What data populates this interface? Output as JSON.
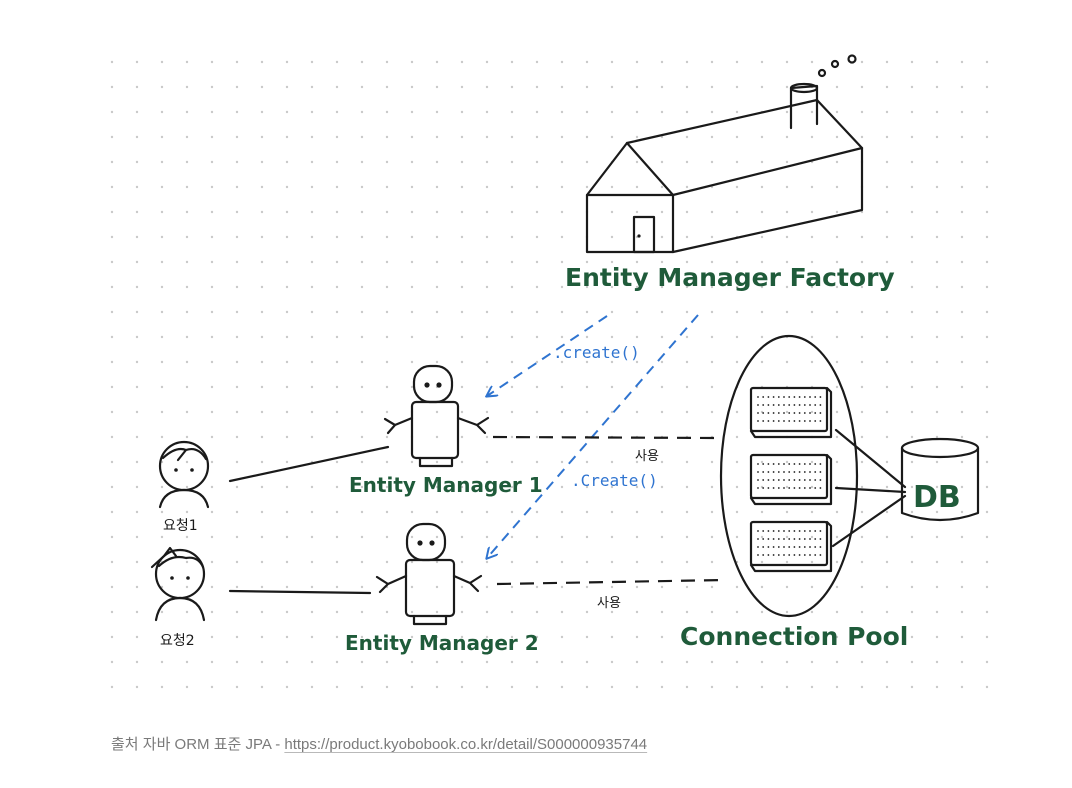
{
  "diagram": {
    "factory_label": "Entity Manager Factory",
    "manager1_label": "Entity Manager 1",
    "manager2_label": "Entity Manager 2",
    "create_label_1": ".create()",
    "create_label_2": ".Create()",
    "use_label_1": "사용",
    "use_label_2": "사용",
    "request1_label": "요청1",
    "request2_label": "요청2",
    "pool_label": "Connection Pool",
    "db_label": "DB"
  },
  "caption": {
    "prefix": "출처 자바 ORM 표준 JPA - ",
    "link_text": "https://product.kyobobook.co.kr/detail/S000000935744"
  },
  "colors": {
    "label_green": "#1f5b3a",
    "arrow_blue": "#2f74d0",
    "ink": "#1a1a1a"
  }
}
